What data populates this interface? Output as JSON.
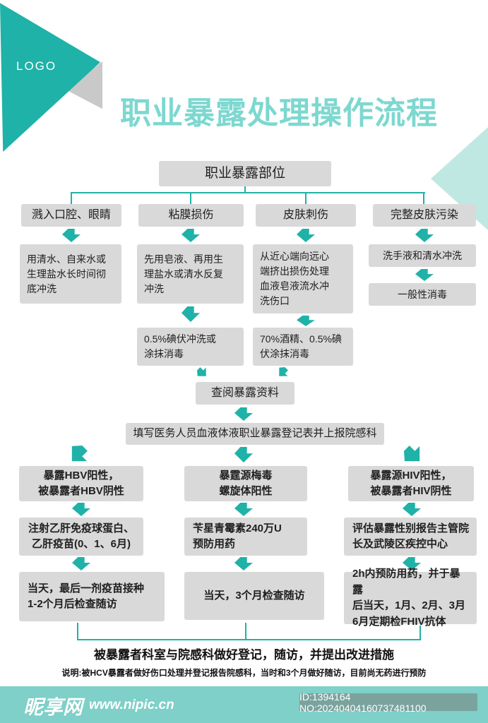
{
  "title": "职业暴露处理操作流程",
  "logo_text": "LOGO",
  "colors": {
    "accent": "#1fb2a8",
    "accent_light": "#7dd8cf",
    "accent_pale": "#c0e8e2",
    "box_bg": "#d9d9d9",
    "footer_bg": "#7ed0c8",
    "id_bg": "#7ba39e",
    "tri_gray": "#c9c9c9"
  },
  "flow": {
    "root": "职业暴露部位",
    "columns": [
      {
        "header": "溅入口腔、眼睛",
        "steps": [
          "用清水、自来水或\n生理盐水长时间彻\n底冲洗"
        ]
      },
      {
        "header": "粘膜损伤",
        "steps": [
          "先用皂液、再用生\n理盐水或清水反复\n冲洗",
          "0.5%碘伏冲洗或\n涂抹消毒"
        ]
      },
      {
        "header": "皮肤刺伤",
        "steps": [
          "从近心端向远心\n端挤出损伤处理\n血液皂液流水冲\n洗伤口",
          "70%酒精、0.5%碘\n伏涂抹消毒"
        ]
      },
      {
        "header": "完整皮肤污染",
        "steps": [
          "洗手液和清水冲洗",
          "一般性消毒"
        ]
      }
    ],
    "review": "查阅暴露资料",
    "register": "填写医务人员血液体液职业暴露登记表并上报院感科",
    "branches": [
      {
        "condition": "暴露HBV阳性，\n被暴露者HBV阴性",
        "action": "注射乙肝免疫球蛋白、\n乙肝疫苗(0、1、6月)",
        "followup": "当天，最后一剂疫苗接种\n1-2个月后检查随访"
      },
      {
        "condition": "暴霆源梅毒\n螺旋体阳性",
        "action": "苄星青霉素240万U\n预防用药",
        "followup": "当天，3个月检查随访"
      },
      {
        "condition": "暴露源HIV阳性，\n被暴露者HIV阴性",
        "action": "评估暴露性别报告主管院\n长及武陵区疾控中心",
        "followup": "2h内预防用药，并于暴露\n后当天，1月、2月、3月\n6月定期检FHIV抗体"
      }
    ],
    "summary": "被暴露者科室与院感科做好登记，随访，并提出改进措施",
    "note": "说明:被HCV暴露者做好伤口处理并登记报告院感科，当时和3个月做好随访，目前尚无药进行预防"
  },
  "footer": {
    "site_name": "昵享网",
    "site_url": "www.nipic.cn",
    "image_id": "ID:1394164 NO:20240404160737481100"
  }
}
